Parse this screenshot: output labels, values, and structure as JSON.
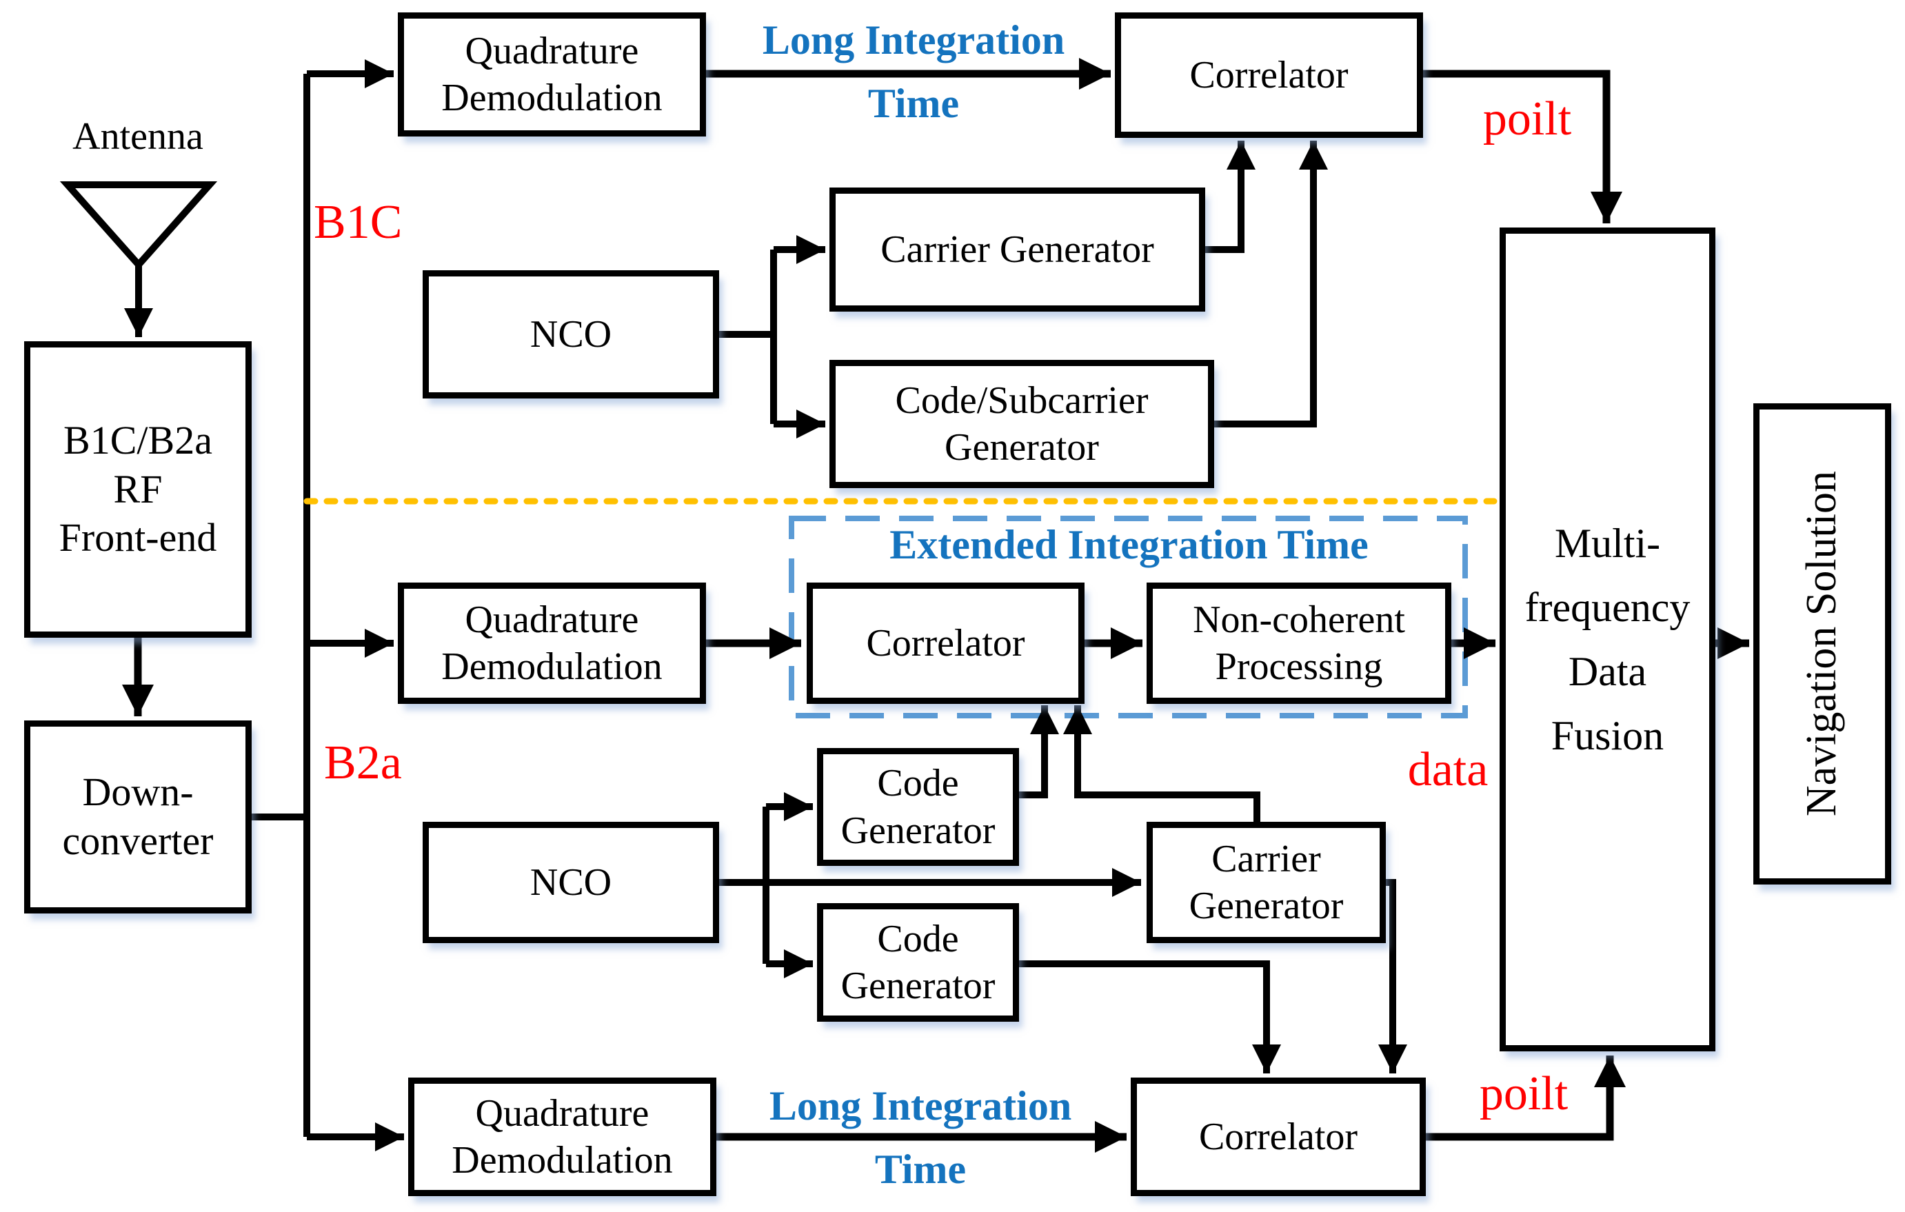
{
  "diagram": {
    "description": "BDS B1C/B2a dual-frequency GNSS receiver signal processing block diagram",
    "colors": {
      "line_black": "#000000",
      "annotation_red": "#FF0000",
      "annotation_blue": "#1473BE",
      "dashed_box_blue": "#5B9BD5",
      "divider_orange": "#FFC000",
      "box_background": "#ffffff"
    },
    "labels": {
      "antenna": "Antenna",
      "b1c": "B1C",
      "b2a": "B2a",
      "pilot_top": "poilt",
      "pilot_bottom": "poilt",
      "data": "data",
      "long_integration_top": [
        "Long Integration",
        "Time"
      ],
      "long_integration_bottom": [
        "Long Integration",
        "Time"
      ],
      "extended_integration": "Extended Integration Time"
    },
    "blocks": {
      "rf_frontend": [
        "B1C/B2a",
        "RF",
        "Front-end"
      ],
      "down_converter": [
        "Down-",
        "converter"
      ],
      "quad_demod_b1c": [
        "Quadrature",
        "Demodulation"
      ],
      "correlator_b1c": [
        "Correlator"
      ],
      "nco_b1c": [
        "NCO"
      ],
      "carrier_gen_b1c": [
        "Carrier Generator"
      ],
      "code_subcarrier_gen_b1c": [
        "Code/Subcarrier",
        "Generator"
      ],
      "quad_demod_b2a_data": [
        "Quadrature",
        "Demodulation"
      ],
      "correlator_b2a_data": [
        "Correlator"
      ],
      "noncoherent_processing": [
        "Non-coherent",
        "Processing"
      ],
      "code_gen_data": [
        "Code",
        "Generator"
      ],
      "nco_b2a": [
        "NCO"
      ],
      "carrier_gen_b2a": [
        "Carrier",
        "Generator"
      ],
      "code_gen_pilot": [
        "Code",
        "Generator"
      ],
      "quad_demod_b2a_pilot": [
        "Quadrature",
        "Demodulation"
      ],
      "correlator_b2a_pilot": [
        "Correlator"
      ],
      "multi_frequency_fusion": [
        "Multi-",
        "frequency",
        "Data",
        "Fusion"
      ],
      "navigation_solution": [
        "Navigation Solution"
      ]
    }
  }
}
